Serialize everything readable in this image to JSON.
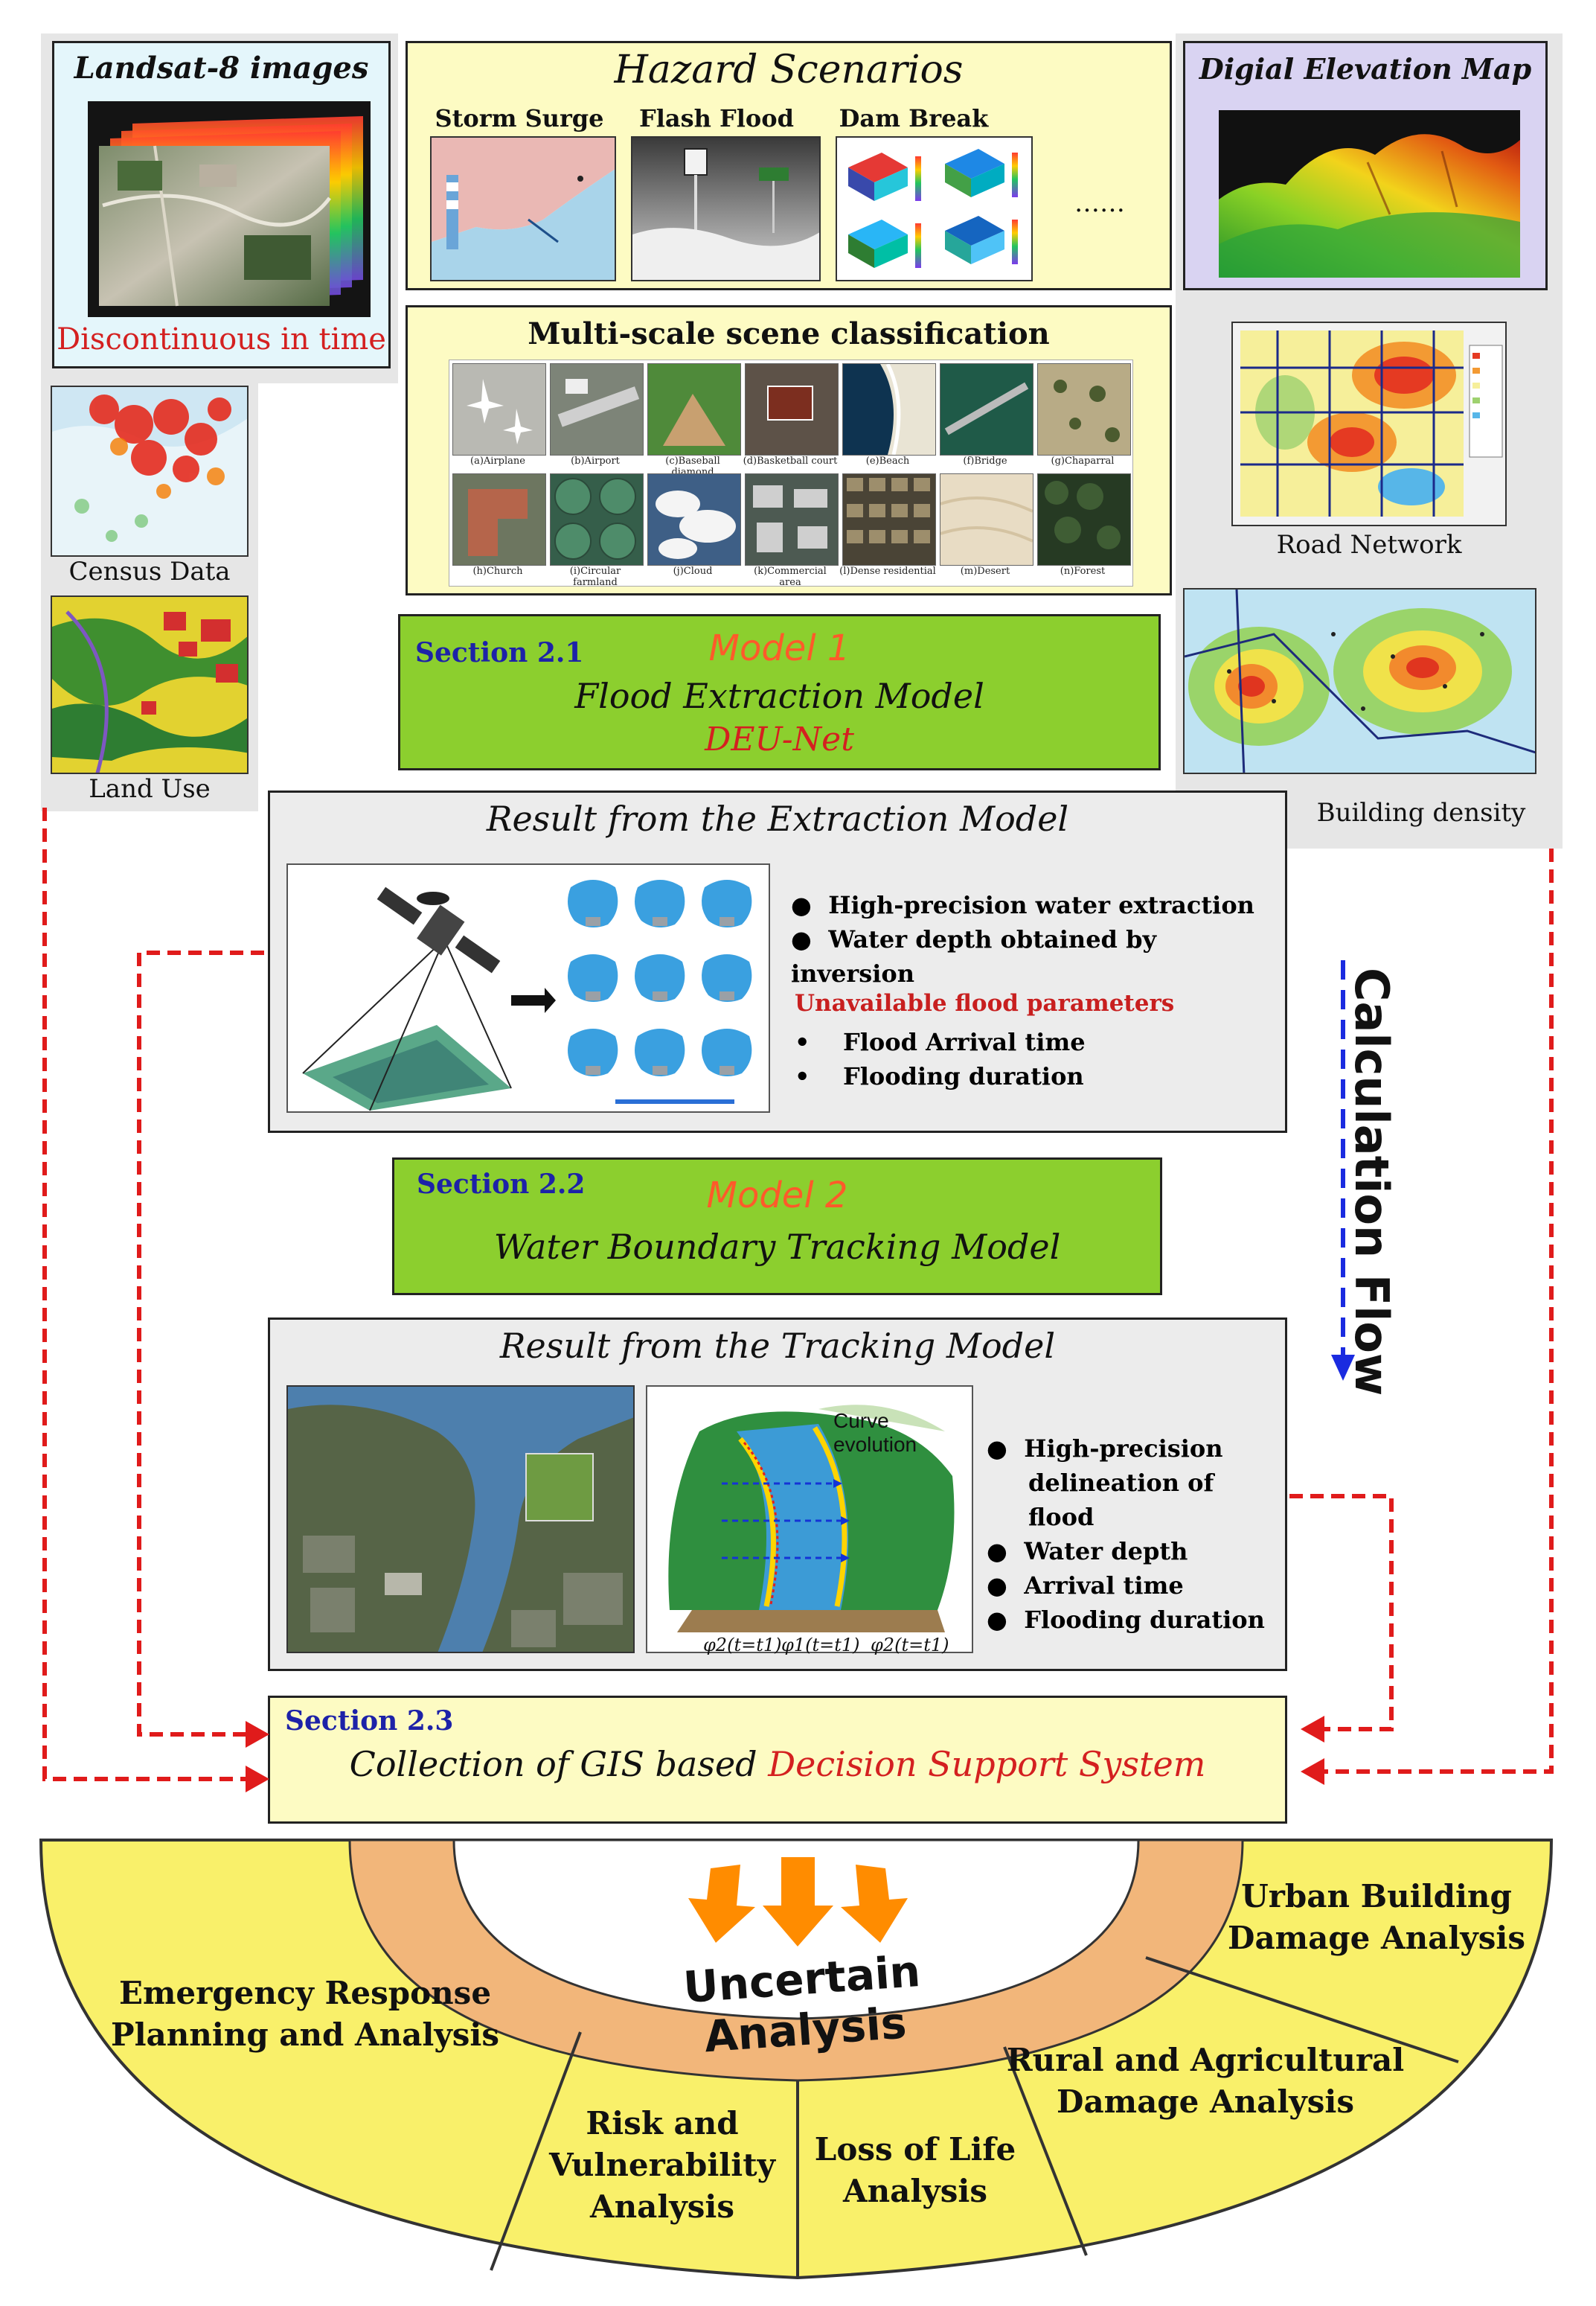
{
  "landsat": {
    "title": "Landsat-8 images",
    "caption": "Discontinuous in time"
  },
  "hazard": {
    "title": "Hazard Scenarios",
    "items": [
      "Storm Surge",
      "Flash Flood",
      "Dam Break"
    ],
    "more": "……"
  },
  "dem": {
    "title": "Digial Elevation Map"
  },
  "census": {
    "label": "Census Data"
  },
  "landuse": {
    "label": "Land Use"
  },
  "scene": {
    "title": "Multi-scale scene classification",
    "row1": [
      "(a)Airplane",
      "(b)Airport",
      "(c)Baseball diamond",
      "(d)Basketball court",
      "(e)Beach",
      "(f)Bridge",
      "(g)Chaparral"
    ],
    "row2": [
      "(h)Church",
      "(i)Circular farmland",
      "(j)Cloud",
      "(k)Commercial area",
      "(l)Dense residential",
      "(m)Desert",
      "(n)Forest"
    ]
  },
  "road": {
    "label": "Road Network"
  },
  "building": {
    "label": "Building density"
  },
  "model1": {
    "section": "Section 2.1",
    "model": "Model 1",
    "name": "Flood Extraction Model",
    "net": "DEU-Net"
  },
  "extraction": {
    "title": "Result from the Extraction Model",
    "bullets": [
      "High-precision water extraction",
      "Water depth obtained by inversion"
    ],
    "unavailable_title": "Unavailable flood parameters",
    "unavailable": [
      "Flood Arrival time",
      "Flooding duration"
    ]
  },
  "flow": {
    "label": "Calculation Flow"
  },
  "model2": {
    "section": "Section 2.2",
    "model": "Model 2",
    "name": "Water Boundary Tracking Model"
  },
  "tracking": {
    "title": "Result from the Tracking Model",
    "curve_label": "Curve evolution",
    "bullets": [
      "High-precision",
      "delineation of flood",
      "Water depth",
      "Arrival time",
      "Flooding duration"
    ],
    "phi": [
      "φ2(t=t1)",
      "φ1(t=t1)",
      "φ2(t=t1)"
    ]
  },
  "dss": {
    "section": "Section 2.3",
    "prefix": "Collection of GIS based ",
    "highlight": "Decision Support System"
  },
  "uncertain": {
    "label": "Uncertain Analysis"
  },
  "analyses": {
    "emergency": [
      "Emergency Response",
      "Planning and Analysis"
    ],
    "risk": [
      "Risk and",
      "Vulnerability",
      "Analysis"
    ],
    "life": [
      "Loss of Life",
      "Analysis"
    ],
    "rural": [
      "Rural and Agricultural",
      "Damage Analysis"
    ],
    "urban": [
      "Urban Building",
      "Damage Analysis"
    ]
  },
  "colors": {
    "green_box": "#8ccf2e",
    "yellow_box": "#fdfbc3",
    "lavender_box": "#d9d3f2",
    "arc_yellow": "#f9f06a",
    "arc_orange": "#f2b67a",
    "arrow_red": "#e01b1b",
    "flow_blue": "#1a2be0",
    "arrow_orange": "#ff8c00"
  }
}
